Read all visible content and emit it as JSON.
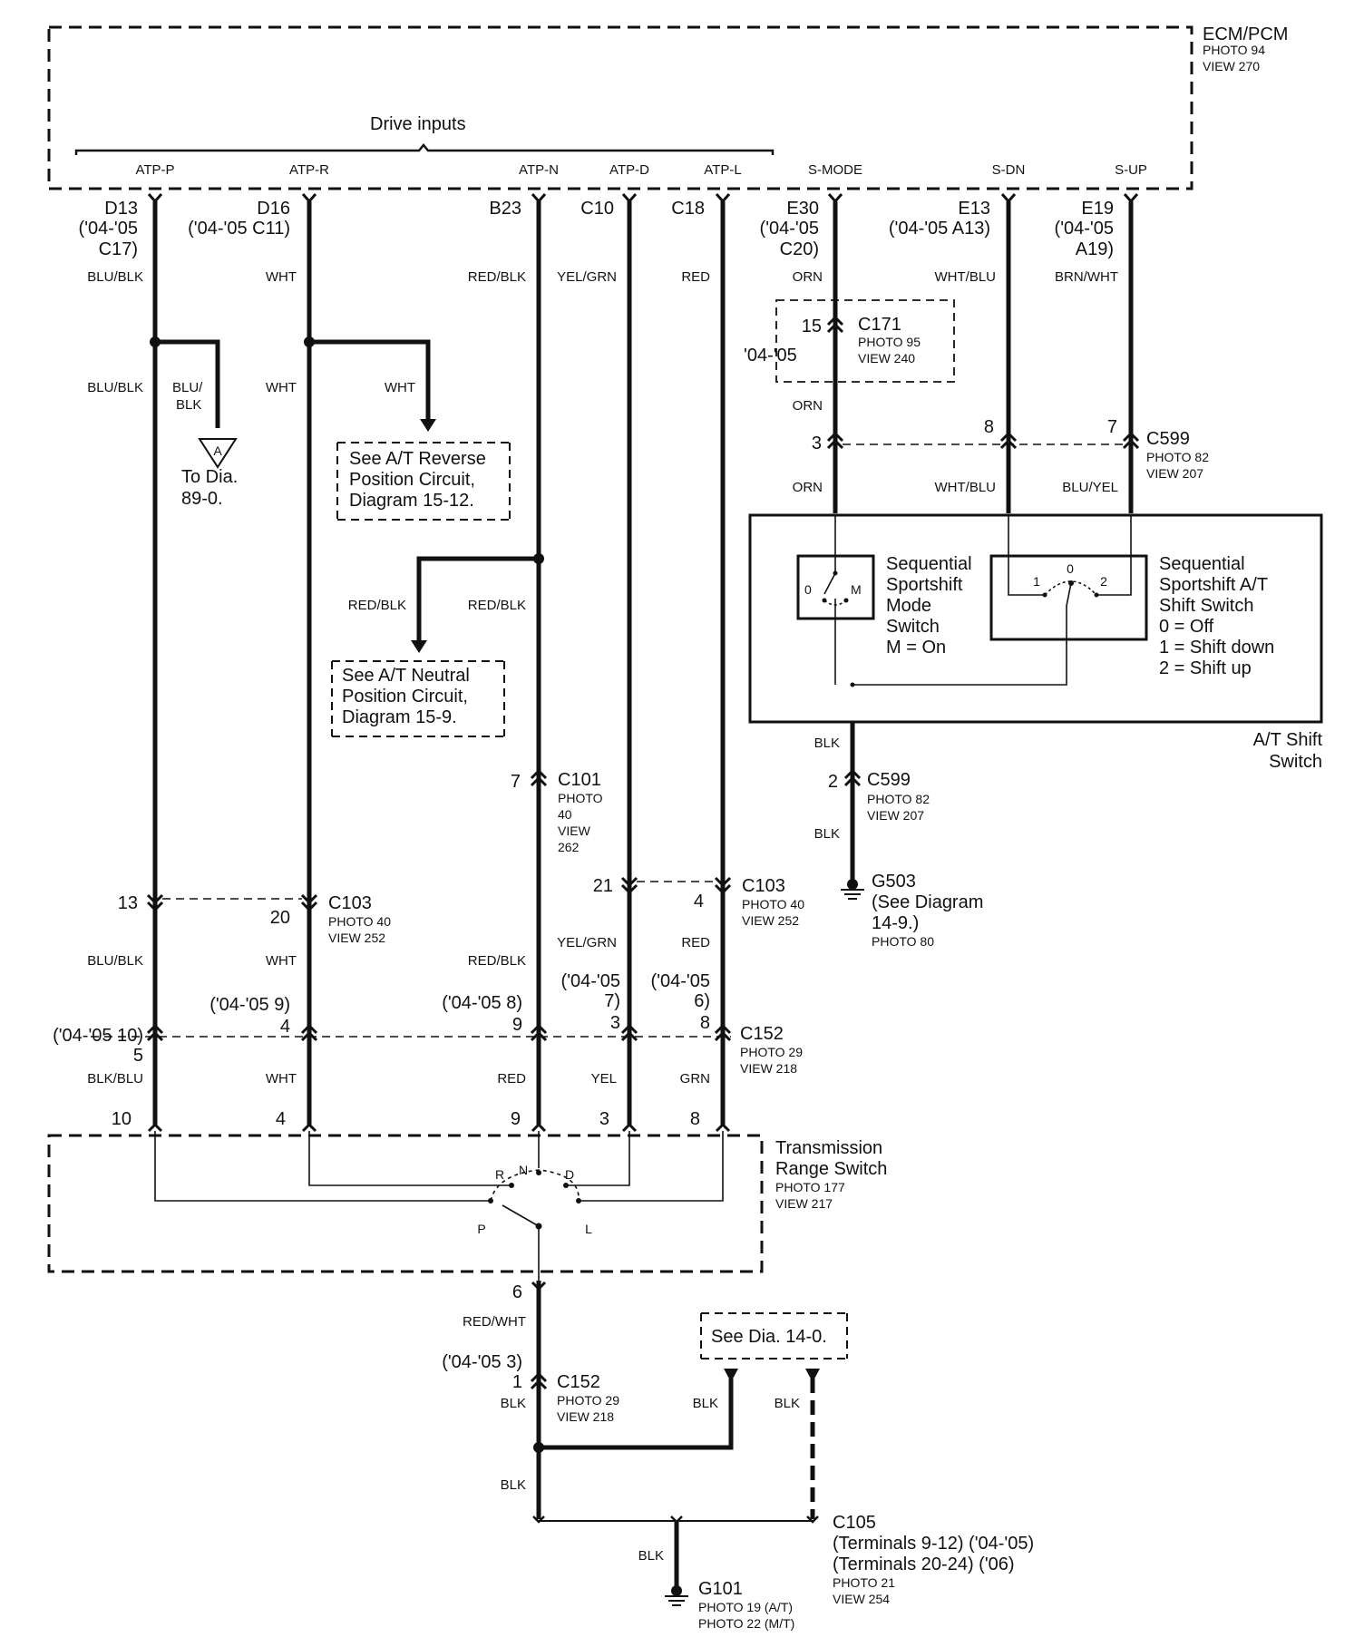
{
  "ecm": {
    "name": "ECM/PCM",
    "photo": "PHOTO 94",
    "view": "VIEW 270",
    "drive_inputs": "Drive inputs"
  },
  "signals": [
    "ATP-P",
    "ATP-R",
    "ATP-N",
    "ATP-D",
    "ATP-L",
    "S-MODE",
    "S-DN",
    "S-UP"
  ],
  "pins": {
    "atpp": {
      "pin": "D13",
      "alt1": "('04-'05",
      "alt2": "C17)"
    },
    "atpr": {
      "pin": "D16",
      "alt1": "('04-'05 C11)"
    },
    "atpn": {
      "pin": "B23"
    },
    "atpd": {
      "pin": "C10"
    },
    "atpl": {
      "pin": "C18"
    },
    "smode": {
      "pin": "E30",
      "alt1": "('04-'05",
      "alt2": "C20)"
    },
    "sdn": {
      "pin": "E13",
      "alt1": "('04-'05 A13)"
    },
    "sup": {
      "pin": "E19",
      "alt1": "('04-'05",
      "alt2": "A19)"
    }
  },
  "wires": {
    "blu_blk": "BLU/BLK",
    "wht": "WHT",
    "red_blk": "RED/BLK",
    "yel_grn": "YEL/GRN",
    "red": "RED",
    "orn": "ORN",
    "wht_blu": "WHT/BLU",
    "brn_wht": "BRN/WHT",
    "blu_yel": "BLU/YEL",
    "blk": "BLK",
    "blu1": "BLU/",
    "blk1": "BLK",
    "blk_blu": "BLK/BLU",
    "yel": "YEL",
    "grn": "GRN",
    "red_wht": "RED/WHT"
  },
  "c171": {
    "name": "C171",
    "photo": "PHOTO 95",
    "view": "VIEW 240",
    "pin": "15",
    "year": "'04-'05"
  },
  "c599": {
    "name": "C599",
    "photo": "PHOTO 82",
    "view": "VIEW 207",
    "p3": "3",
    "p8": "8",
    "p7": "7",
    "p2": "2"
  },
  "refs": {
    "dia_a": "A",
    "to_dia1": "To Dia.",
    "to_dia2": "89-0.",
    "rev1": "See A/T Reverse",
    "rev2": "Position Circuit,",
    "rev3": "Diagram 15-12.",
    "neu1": "See A/T Neutral",
    "neu2": "Position Circuit,",
    "neu3": "Diagram 15-9.",
    "dia14": "See Dia. 14-0."
  },
  "mode_switch": {
    "l1": "Sequential",
    "l2": "Sportshift",
    "l3": "Mode",
    "l4": "Switch",
    "l5": "M = On",
    "p0": "0",
    "pm": "M"
  },
  "shift_switch": {
    "l1": "Sequential",
    "l2": "Sportshift A/T",
    "l3": "Shift Switch",
    "l4": "0  = Off",
    "l5": "1  = Shift down",
    "l6": "2  = Shift up",
    "p0": "0",
    "p1": "1",
    "p2": "2"
  },
  "at_shift": {
    "l1": "A/T Shift",
    "l2": "Switch"
  },
  "c101": {
    "name": "C101",
    "l1": "PHOTO",
    "l2": "40",
    "l3": "VIEW",
    "l4": "262",
    "pin": "7"
  },
  "g503": {
    "name": "G503",
    "l1": "(See Diagram",
    "l2": "14-9.)",
    "photo": "PHOTO 80"
  },
  "c103": {
    "name": "C103",
    "photo": "PHOTO 40",
    "view": "VIEW 252",
    "p13": "13",
    "p20": "20",
    "p21": "21",
    "p4": "4"
  },
  "c152": {
    "name": "C152",
    "photo": "PHOTO 29",
    "view": "VIEW 218",
    "y10": "('04-'05 10)",
    "p5": "5",
    "y9": "('04-'05 9)",
    "p4": "4",
    "y8": "('04-'05 8)",
    "p9": "9",
    "y7a": "('04-'05",
    "y7b": "7)",
    "p3": "3",
    "y6a": "('04-'05",
    "y6b": "6)",
    "p8": "8",
    "y3": "('04-'05 3)",
    "p1": "1"
  },
  "trs": {
    "name1": "Transmission",
    "name2": "Range Switch",
    "photo": "PHOTO 177",
    "view": "VIEW 217",
    "p10": "10",
    "p4": "4",
    "p9": "9",
    "p3": "3",
    "p8": "8",
    "p6": "6",
    "r": "R",
    "n": "N",
    "d": "D",
    "p": "P",
    "l": "L"
  },
  "c105": {
    "name": "C105",
    "l1": "(Terminals 9-12) ('04-'05)",
    "l2": "(Terminals 20-24) ('06)",
    "photo": "PHOTO 21",
    "view": "VIEW 254"
  },
  "g101": {
    "name": "G101",
    "l1": "PHOTO 19 (A/T)",
    "l2": "PHOTO 22 (M/T)"
  }
}
